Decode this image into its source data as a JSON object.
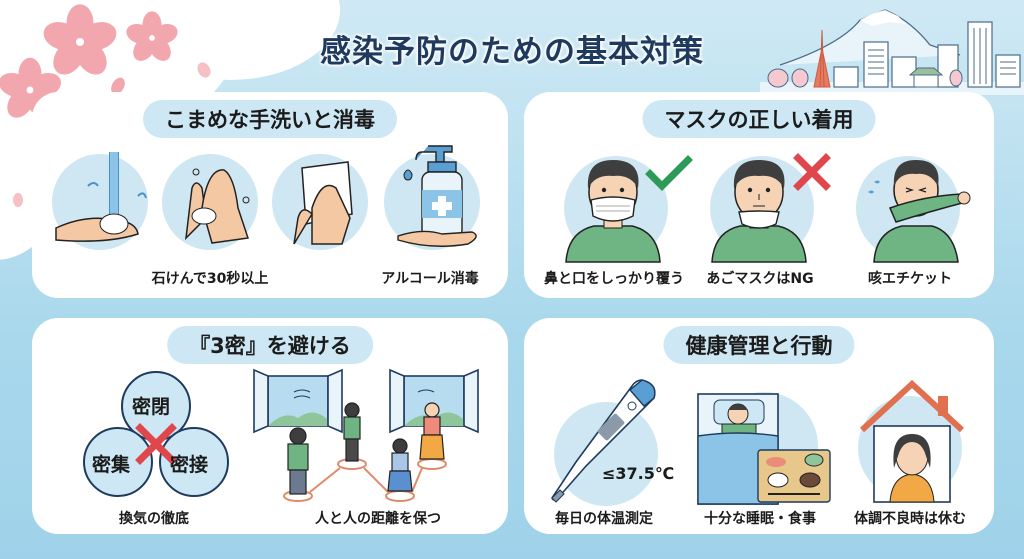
{
  "title": "感染予防のための基本対策",
  "colors": {
    "background": "#a9d8ec",
    "panel": "#ffffff",
    "header_pill": "#cde8f4",
    "title_text": "#1f3a5f",
    "ok_green": "#2e9a5a",
    "ng_red": "#e0474c",
    "shirt_green": "#6fb584",
    "sakura_pink": "#f2a7ae"
  },
  "panels": {
    "handwash": {
      "heading": "こまめな手洗いと消毒",
      "captions": [
        "石けんで30秒以上",
        "アルコール消毒"
      ],
      "icons": [
        "running-water-hands-icon",
        "lathering-hands-icon",
        "towel-drying-hands-icon",
        "sanitizer-bottle-icon"
      ]
    },
    "mask": {
      "heading": "マスクの正しい着用",
      "captions": [
        "鼻と口をしっかり覆う",
        "あごマスクはNG",
        "咳エチケット"
      ],
      "marks": [
        "check-icon",
        "cross-icon"
      ]
    },
    "three_c": {
      "heading": "『3密』を避ける",
      "circles": [
        "密閉",
        "密集",
        "密接"
      ],
      "captions": [
        "換気の徹底",
        "人と人の距離を保つ"
      ]
    },
    "health": {
      "heading": "健康管理と行動",
      "thermometer_label": "≤37.5℃",
      "captions": [
        "毎日の体温測定",
        "十分な睡眠・食事",
        "体調不良時は休む"
      ]
    }
  }
}
